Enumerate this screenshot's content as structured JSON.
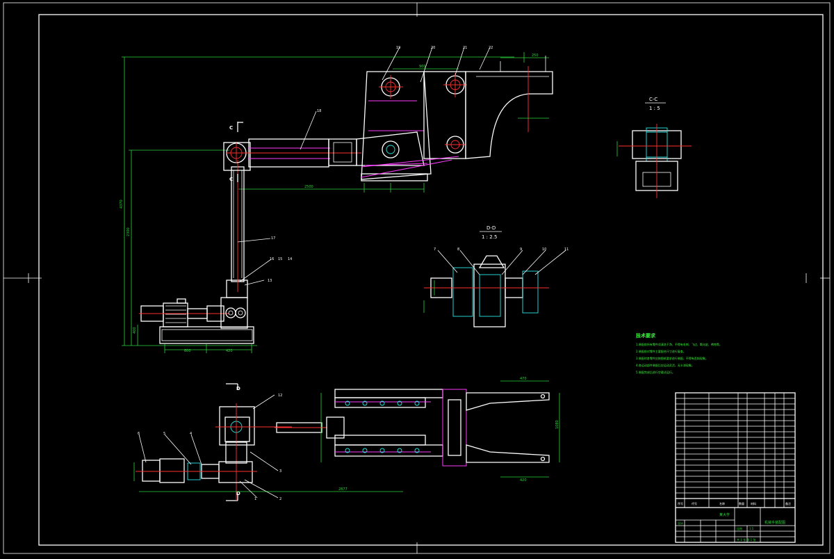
{
  "drawing": {
    "section_c": {
      "title": "C-C",
      "scale": "1 : 5"
    },
    "section_d": {
      "title": "D-D",
      "scale": "1 : 2.5"
    },
    "view_labels": {
      "c_upper": "C",
      "c_lower": "C",
      "d_upper": "D",
      "d_lower": "D"
    },
    "tech_req": {
      "title": "技术要求",
      "lines": [
        "1.装配前所有零件须清洗干净，不得有毛刺、飞边、氧化皮、锈蚀等。",
        "2.装配前对零件主要配合尺寸进行复查。",
        "3.装配时各零件应按图纸要求进行装配，不得有歪斜现象。",
        "4.各运动部件装配后应运动灵活，无卡滞现象。",
        "5.装配完成后进行空载试运行。"
      ]
    },
    "balloons_top": [
      "19",
      "20",
      "21",
      "22"
    ],
    "balloons_arm": [
      "18",
      "17",
      "16",
      "15",
      "14",
      "13"
    ],
    "balloons_dd": [
      "7",
      "8",
      "9",
      "10",
      "11"
    ],
    "balloons_plan": [
      "1",
      "2",
      "3",
      "4",
      "5",
      "6",
      "12"
    ],
    "dims": {
      "overall_height": "4370",
      "column_height": "2300",
      "base_height": "400",
      "arm_reach": "2500",
      "base_w1": "600",
      "base_w2": "420",
      "plan_length": "2877",
      "gripper_top": "470",
      "gripper_side": "1080",
      "gripper_bottom": "420",
      "top_a": "900",
      "top_b": "250"
    },
    "title_block": {
      "drawing_name": "机械手装配图",
      "designer_row": "设计",
      "school": "某大学",
      "scale_label": "比例",
      "scale_value": "1:5",
      "sheet": "共 1 张 第 1 张",
      "header_cols": [
        "序号",
        "代号",
        "名称",
        "数量",
        "材料",
        "备注"
      ]
    }
  }
}
